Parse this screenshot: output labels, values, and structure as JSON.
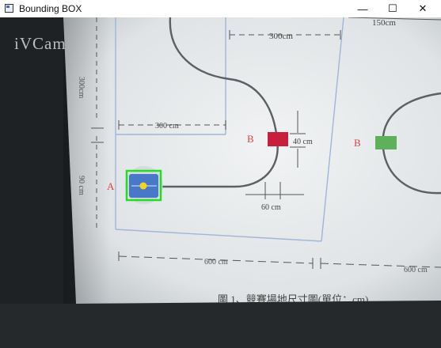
{
  "window": {
    "title": "Bounding BOX",
    "controls": {
      "minimize": "—",
      "maximize": "☐",
      "close": "✕"
    }
  },
  "camera": {
    "watermark": "iVCam"
  },
  "board": {
    "top_right_label": "150cm",
    "dim_300_top": "300cm",
    "dim_300_left": "300 cm",
    "dim_300_vertical": "300cm",
    "dim_40": "40 cm",
    "dim_60": "60 cm",
    "dim_90": "90 cm",
    "dim_600_left": "600 cm",
    "dim_600_right": "600 cm",
    "label_a": "A",
    "label_b": "B",
    "label_b_right": "B",
    "caption": "圖 1、競賽場地尺寸圖(單位：cm)",
    "colors": {
      "red_target": "#c8203c",
      "green_target": "#5fb05a",
      "bbox": "#22dd22",
      "robot": "#4a78c8"
    }
  }
}
